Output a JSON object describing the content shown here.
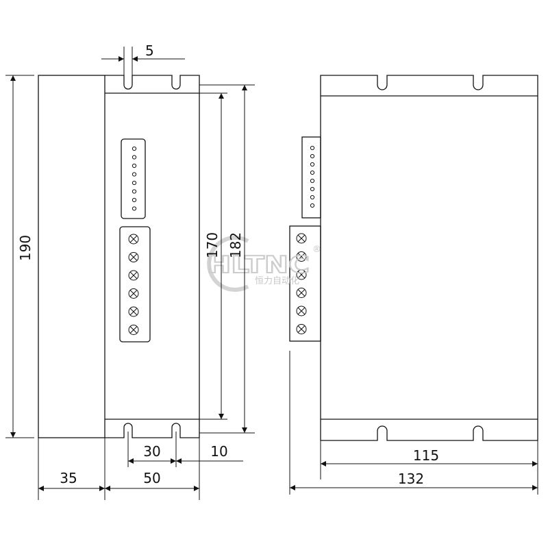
{
  "dimensions": {
    "slot_width": "5",
    "height_total": "190",
    "mount_inner": "170",
    "mount_outer": "182",
    "slot_spacing": "30",
    "edge_offset": "10",
    "flange_depth": "35",
    "body_width": "50",
    "side_body_depth": "115",
    "side_total_depth": "132"
  },
  "watermark": {
    "brand": "HLTNC",
    "sub_text": "恒力自动化",
    "registered": "®"
  },
  "colors": {
    "line": "#111111",
    "watermark": "#c8c8c8"
  }
}
